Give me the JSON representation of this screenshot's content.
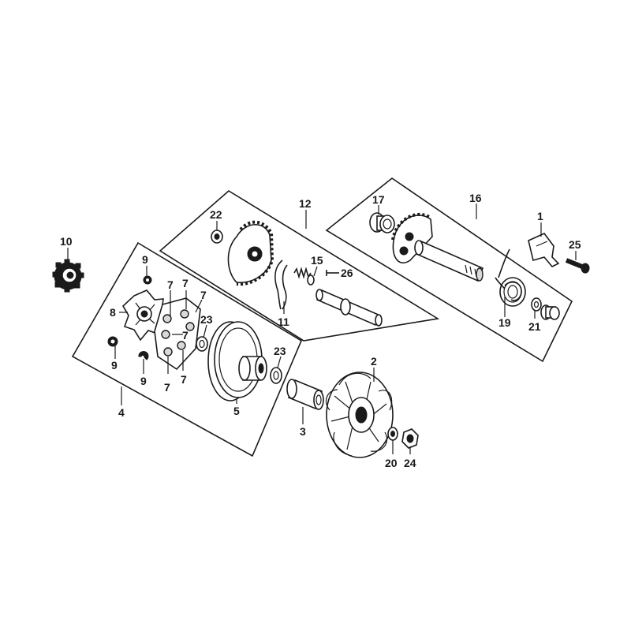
{
  "callouts": {
    "c1": "1",
    "c2": "2",
    "c3": "3",
    "c4": "4",
    "c5": "5",
    "c7a": "7",
    "c7b": "7",
    "c7c": "7",
    "c7d": "7",
    "c7e": "7",
    "c7f": "7",
    "c8": "8",
    "c9a": "9",
    "c9b": "9",
    "c9c": "9",
    "c10": "10",
    "c11": "11",
    "c12": "12",
    "c15": "15",
    "c16": "16",
    "c17": "17",
    "c19": "19",
    "c20": "20",
    "c21": "21",
    "c22": "22",
    "c23a": "23",
    "c23b": "23",
    "c24": "24",
    "c25": "25",
    "c26": "26"
  },
  "colors": {
    "ink": "#1a1a1a",
    "paper": "#ffffff",
    "shade": "#d9d9d9"
  }
}
